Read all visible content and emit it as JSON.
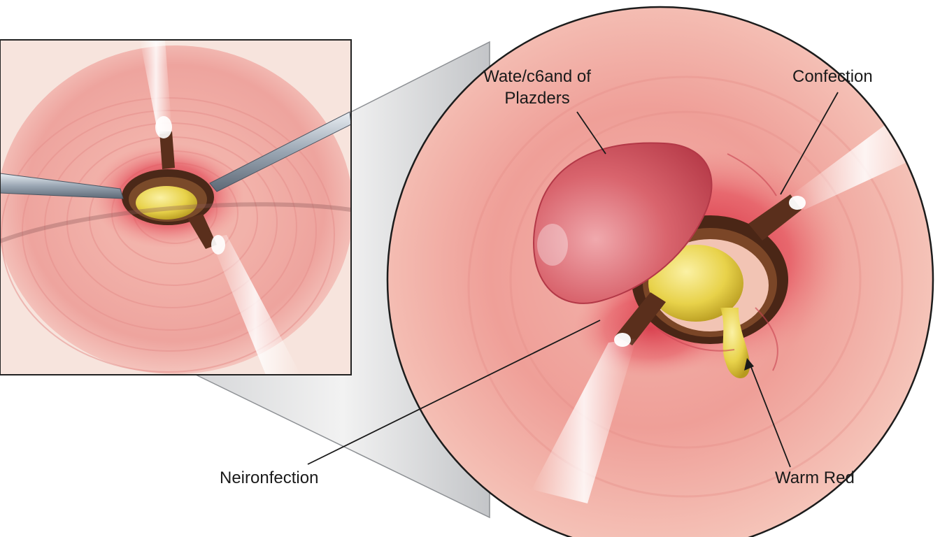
{
  "labels": {
    "top_left_line1": "Wate/c6and of",
    "top_left_line2": "Plazders",
    "top_right": "Confection",
    "bottom_left": "Neironfection",
    "bottom_right": "Warm Red"
  },
  "colors": {
    "tissue_light": "#f6cdc2",
    "tissue_mid": "#ee9e98",
    "inflamed_red": "#d8263a",
    "pus_yellow": "#e9d34a",
    "rim_brown": "#5a2f1c",
    "instrument_steel": "#a9b3bf",
    "callout_line": "#1a1a1a"
  },
  "icons": {
    "instrument": "surgical-probe-icon"
  }
}
